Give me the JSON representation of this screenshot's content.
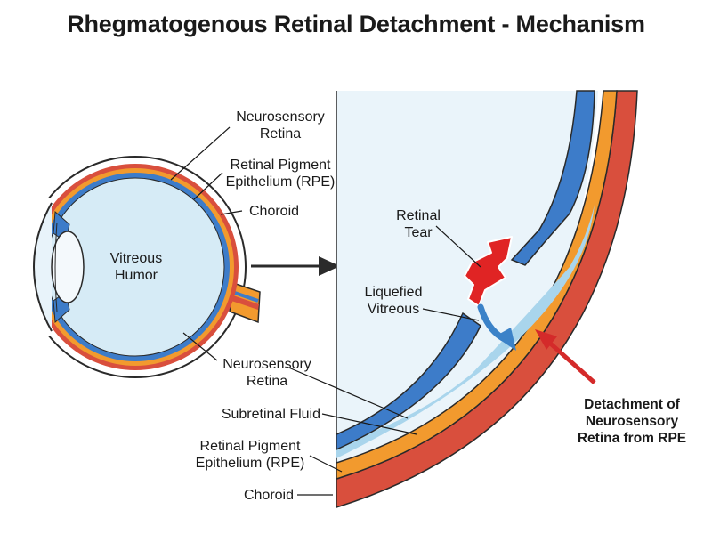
{
  "title": "Rhegmatogenous Retinal Detachment - Mechanism",
  "colors": {
    "retina": "#3d7cc9",
    "rpe": "#f29a2e",
    "choroid": "#d94f3d",
    "vitreous": "#d6ebf6",
    "fluid": "#a9d5ec",
    "tear": "#e02424",
    "arrow_dark": "#2b2b2b",
    "arrow_red": "#d42a2a",
    "arrow_blue": "#3b82c8"
  },
  "left_eye": {
    "vitreous_label": [
      "Vitreous",
      "Humor"
    ],
    "neurosensory_top": [
      "Neurosensory",
      "Retina"
    ],
    "rpe_top": [
      "Retinal Pigment",
      "Epithelium (RPE)"
    ],
    "choroid_top": "Choroid",
    "neurosensory_bottom": [
      "Neurosensory",
      "Retina"
    ]
  },
  "zoom": {
    "retinal_tear": [
      "Retinal",
      "Tear"
    ],
    "liquefied_vitreous": [
      "Liquefied",
      "Vitreous"
    ],
    "subretinal_fluid": "Subretinal Fluid",
    "rpe_bottom": [
      "Retinal Pigment",
      "Epithelium (RPE)"
    ],
    "choroid_bottom": "Choroid",
    "detachment": [
      "Detachment of",
      "Neurosensory",
      "Retina from RPE"
    ]
  }
}
